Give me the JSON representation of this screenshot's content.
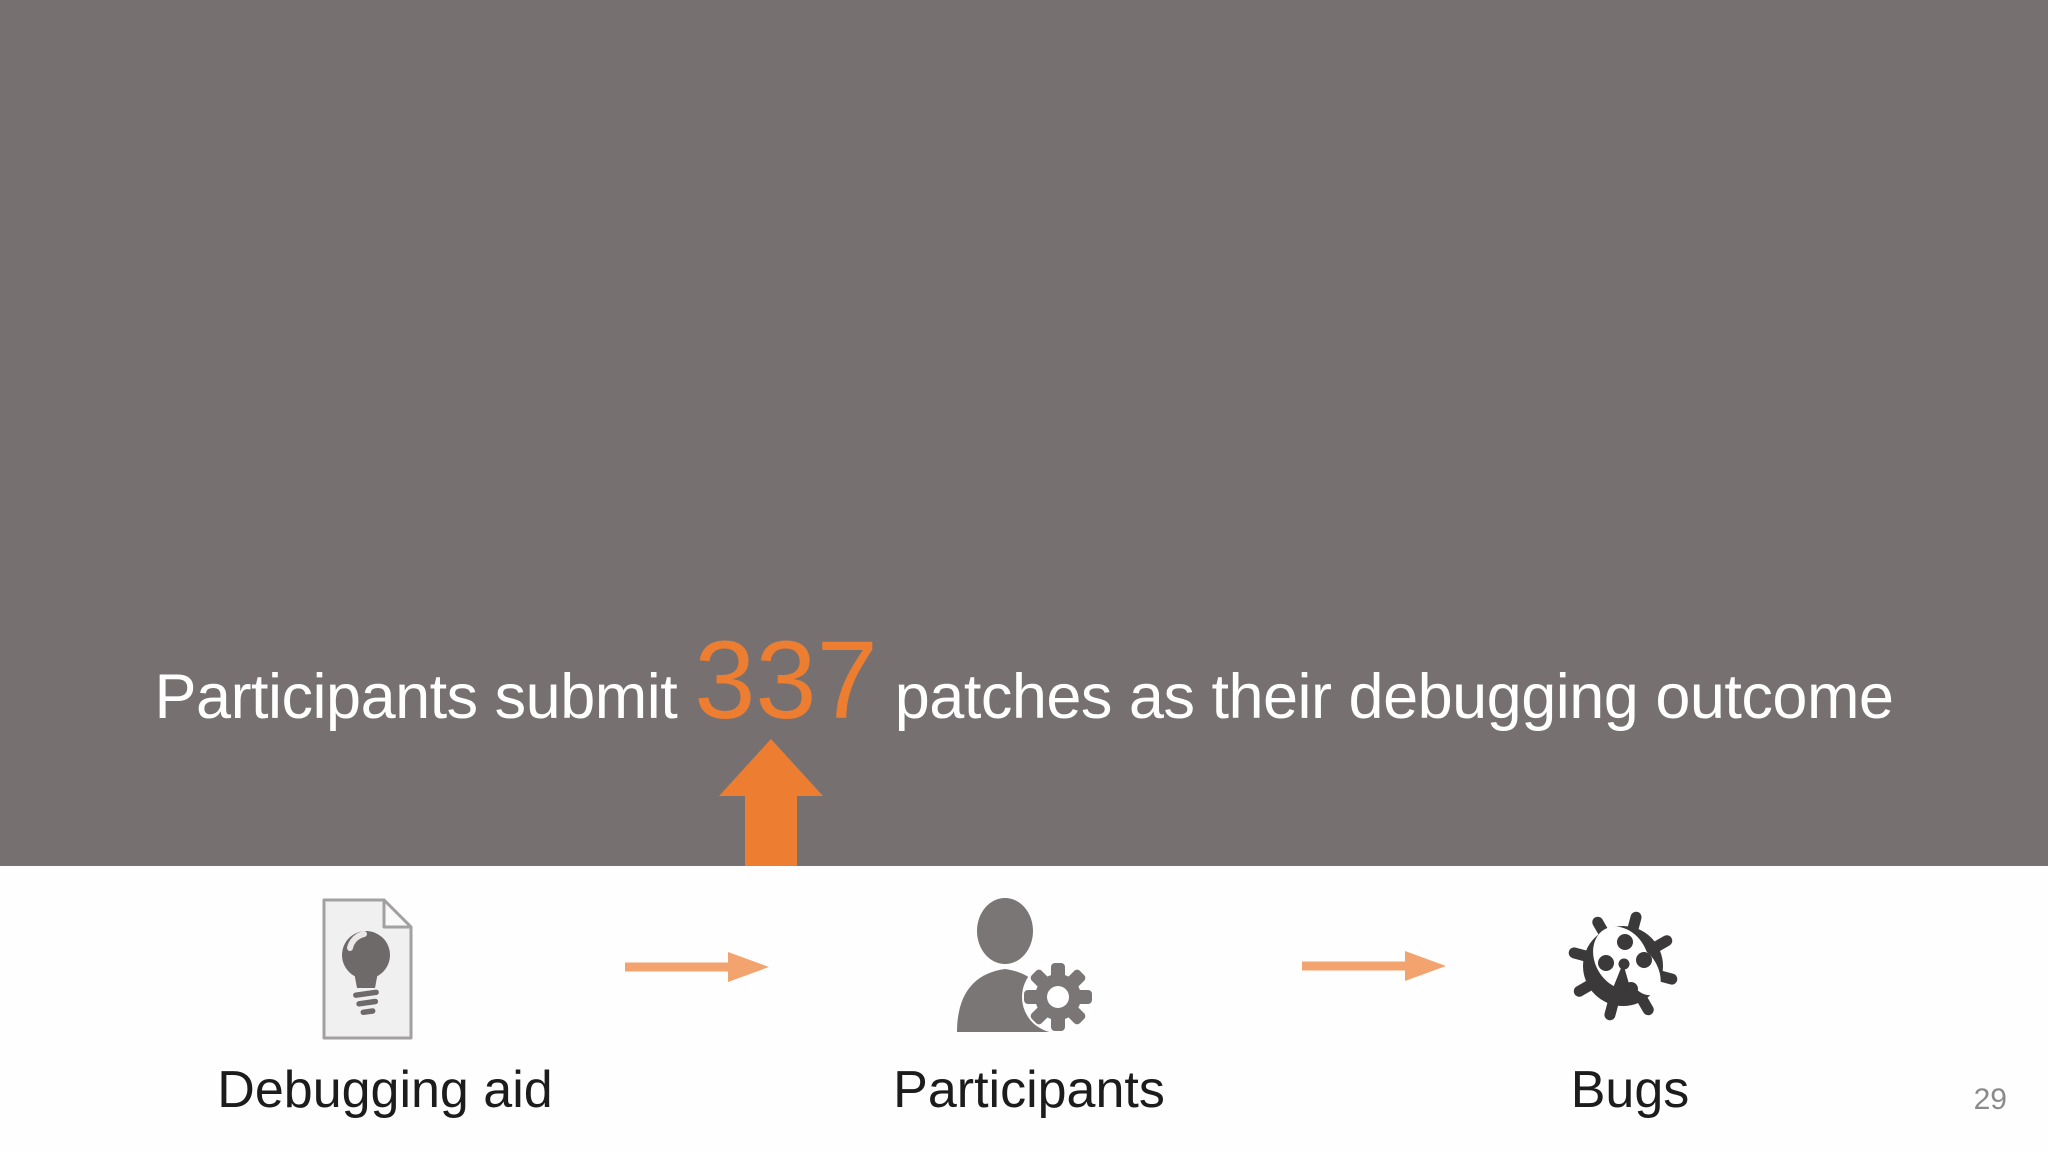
{
  "slide": {
    "headline": {
      "prefix": "Participants submit ",
      "highlight": "337",
      "suffix": " patches as their debugging outcome"
    },
    "flow": {
      "items": [
        {
          "label": "Debugging aid",
          "icon": "document-lightbulb-icon"
        },
        {
          "label": "Participants",
          "icon": "person-gear-icon"
        },
        {
          "label": "Bugs",
          "icon": "bug-icon"
        }
      ],
      "connector_icon": "right-arrow-icon",
      "callout_icon": "up-arrow-icon"
    },
    "page_number": "29"
  },
  "colors": {
    "background_gray": "#767170",
    "panel_white": "#FEFEFE",
    "headline_white": "#FFFFFF",
    "accent_orange": "#ED7D31",
    "arrow_light_orange": "#F2A36E",
    "label_dark": "#1C1C1C",
    "icon_gray": "#6E6A6A",
    "person_gray": "#7A7676",
    "bug_dark": "#3B3939",
    "page_fill": "#F1F0F0",
    "page_fold_fill": "#FAF9F9",
    "page_stroke": "#A3A0A0",
    "bulb_highlight": "#E9E7E7",
    "page_number_gray": "#8A8A8A"
  }
}
